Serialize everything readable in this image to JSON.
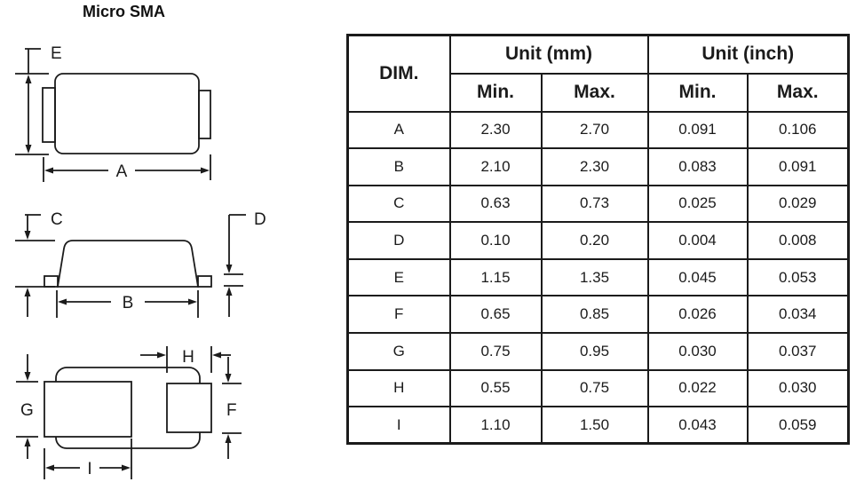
{
  "title": "Micro SMA",
  "labels": {
    "A": "A",
    "B": "B",
    "C": "C",
    "D": "D",
    "E": "E",
    "F": "F",
    "G": "G",
    "H": "H",
    "I": "I"
  },
  "table": {
    "headers": {
      "dim": "DIM.",
      "unit_mm": "Unit (mm)",
      "unit_inch": "Unit (inch)",
      "min_mm": "Min.",
      "max_mm": "Max.",
      "min_inch": "Min.",
      "max_inch": "Max."
    },
    "rows": [
      {
        "dim": "A",
        "mm_min": "2.30",
        "mm_max": "2.70",
        "in_min": "0.091",
        "in_max": "0.106"
      },
      {
        "dim": "B",
        "mm_min": "2.10",
        "mm_max": "2.30",
        "in_min": "0.083",
        "in_max": "0.091"
      },
      {
        "dim": "C",
        "mm_min": "0.63",
        "mm_max": "0.73",
        "in_min": "0.025",
        "in_max": "0.029"
      },
      {
        "dim": "D",
        "mm_min": "0.10",
        "mm_max": "0.20",
        "in_min": "0.004",
        "in_max": "0.008"
      },
      {
        "dim": "E",
        "mm_min": "1.15",
        "mm_max": "1.35",
        "in_min": "0.045",
        "in_max": "0.053"
      },
      {
        "dim": "F",
        "mm_min": "0.65",
        "mm_max": "0.85",
        "in_min": "0.026",
        "in_max": "0.034"
      },
      {
        "dim": "G",
        "mm_min": "0.75",
        "mm_max": "0.95",
        "in_min": "0.030",
        "in_max": "0.037"
      },
      {
        "dim": "H",
        "mm_min": "0.55",
        "mm_max": "0.75",
        "in_min": "0.022",
        "in_max": "0.030"
      },
      {
        "dim": "I",
        "mm_min": "1.10",
        "mm_max": "1.50",
        "in_min": "0.043",
        "in_max": "0.059"
      }
    ]
  },
  "colors": {
    "line": "#1b1b1b",
    "background": "#ffffff"
  }
}
